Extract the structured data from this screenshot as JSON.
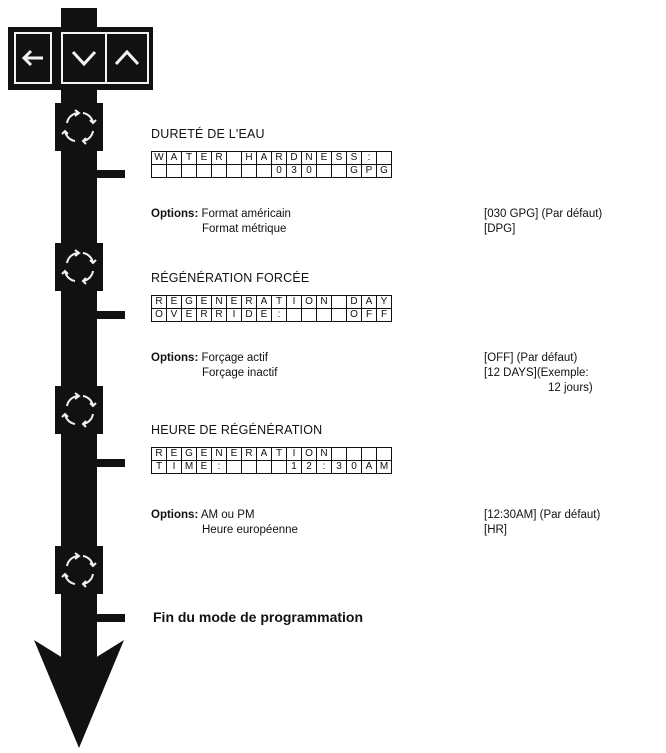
{
  "nav_panel": {
    "icons": [
      "back-arrow-icon",
      "chevron-down-icon",
      "chevron-up-icon"
    ]
  },
  "steps": [
    {
      "heading": "DURETÉ DE L'EAU",
      "display_rows": [
        "WATER HARDNESS:",
        "030 GPG"
      ],
      "options_label": "Options:",
      "options": [
        "Format américain",
        "Format métrique"
      ],
      "values": [
        "[030 GPG] (Par défaut)",
        "[DPG]"
      ]
    },
    {
      "heading": "RÉGÉNÉRATION FORCÉE",
      "display_rows": [
        "REGENERATION DAY",
        "OVERRIDE: OFF"
      ],
      "options_label": "Options:",
      "options": [
        "Forçage actif",
        "Forçage inactif"
      ],
      "values": [
        "[OFF] (Par défaut)",
        "[12 DAYS](Exemple:",
        "12 jours)"
      ]
    },
    {
      "heading": "HEURE DE RÉGÉNÉRATION",
      "display_rows": [
        "REGENERATION",
        "TIME: 12:30AM"
      ],
      "options_label": "Options:",
      "options": [
        "AM ou PM",
        "Heure européenne"
      ],
      "values": [
        "[12:30AM] (Par défaut)",
        "[HR]"
      ]
    }
  ],
  "end_label": "Fin du mode de programmation",
  "colors": {
    "ink": "#111111",
    "background": "#ffffff"
  }
}
